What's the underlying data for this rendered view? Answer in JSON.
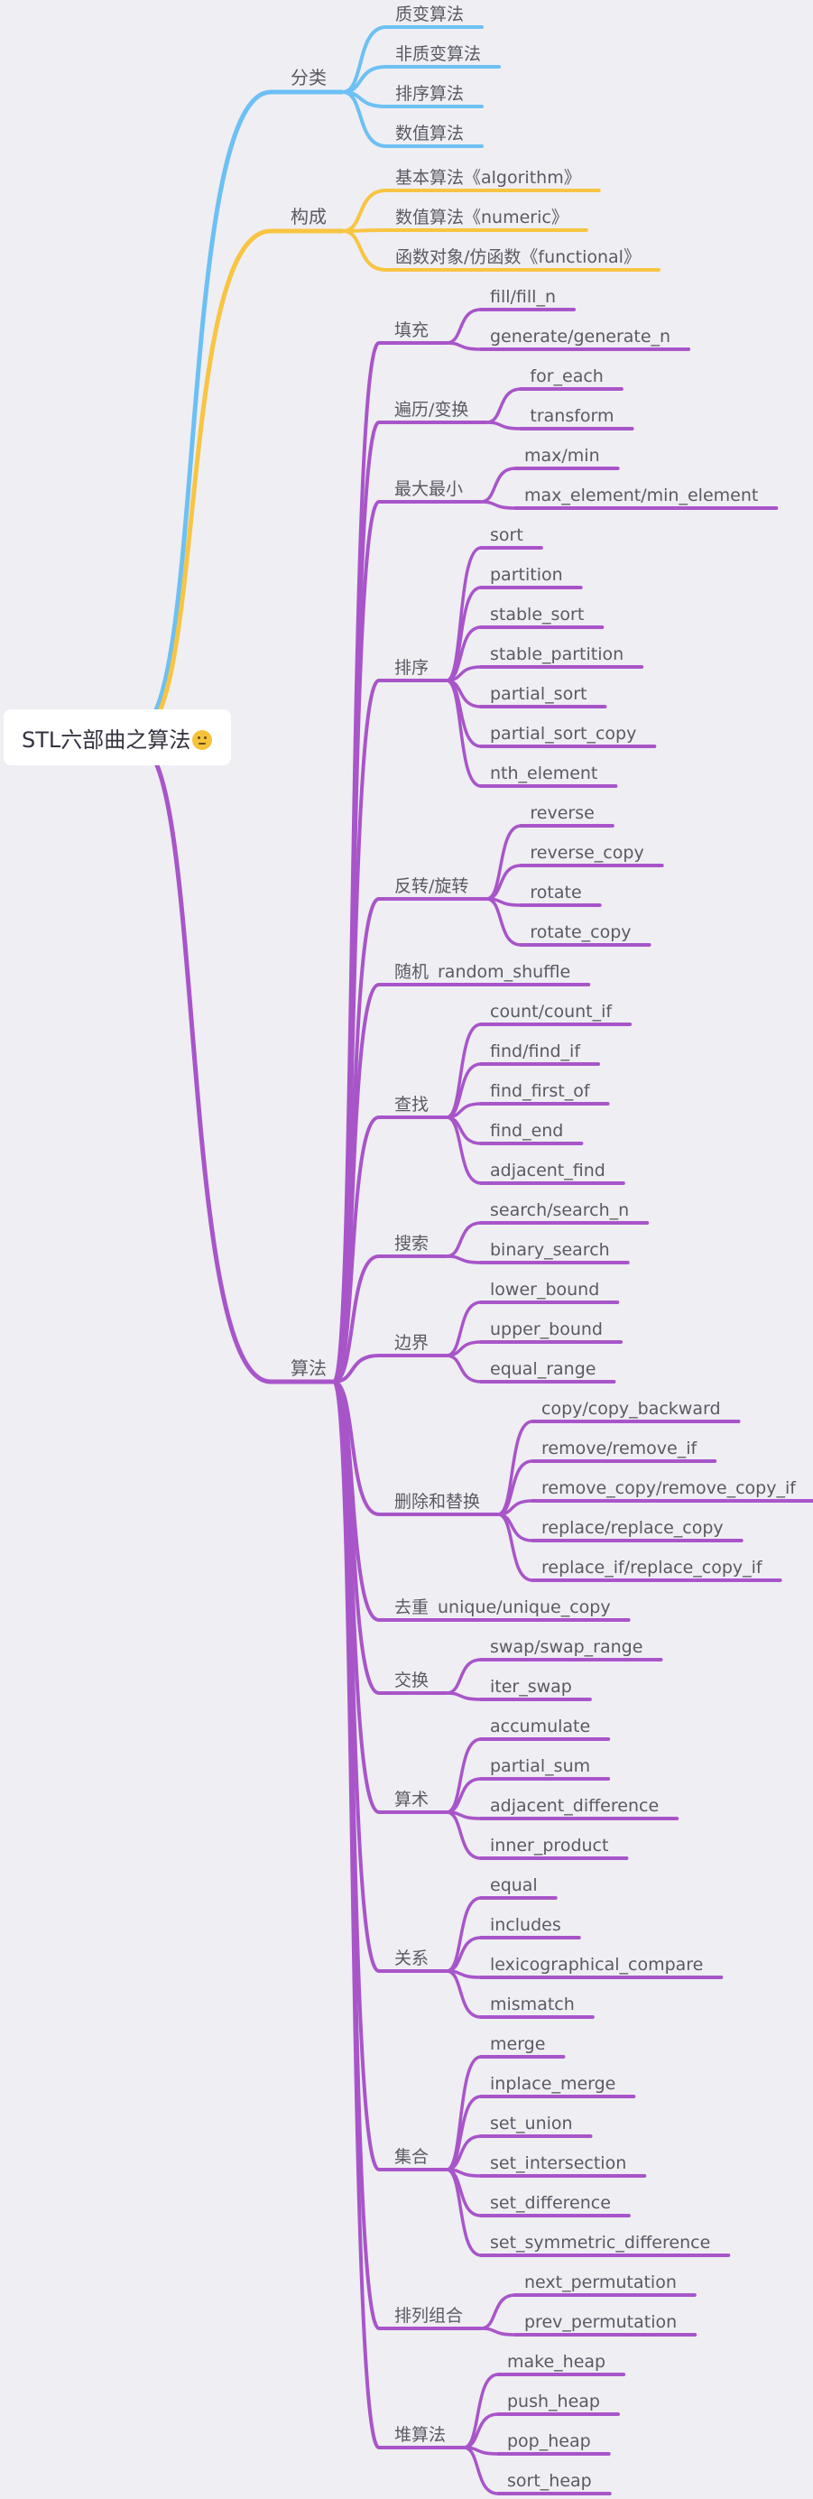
{
  "root": {
    "title": "STL六部曲之算法",
    "emoji": "thinking-face-icon"
  },
  "colors": {
    "classify": "#6cc0f4",
    "compose": "#f7c542",
    "algo": "#a855c9"
  },
  "classify": {
    "label": "分类",
    "items": [
      "质变算法",
      "非质变算法",
      "排序算法",
      "数值算法"
    ]
  },
  "compose": {
    "label": "构成",
    "items": [
      "基本算法《algorithm》",
      "数值算法《numeric》",
      "函数对象/仿函数《functional》"
    ]
  },
  "algorithm": {
    "label": "算法",
    "groups": [
      {
        "name": "填充",
        "items": [
          "fill/fill_n",
          "generate/generate_n"
        ]
      },
      {
        "name": "遍历/变换",
        "items": [
          "for_each",
          "transform"
        ]
      },
      {
        "name": "最大最小",
        "items": [
          "max/min",
          "max_element/min_element"
        ]
      },
      {
        "name": "排序",
        "items": [
          "sort",
          "partition",
          "stable_sort",
          "stable_partition",
          "partial_sort",
          "partial_sort_copy",
          "nth_element"
        ]
      },
      {
        "name": "反转/旋转",
        "items": [
          "reverse",
          "reverse_copy",
          "rotate",
          "rotate_copy"
        ]
      },
      {
        "name": "随机",
        "items": [
          "random_shuffle"
        ]
      },
      {
        "name": "查找",
        "items": [
          "count/count_if",
          "find/find_if",
          "find_first_of",
          "find_end",
          "adjacent_find"
        ]
      },
      {
        "name": "搜索",
        "items": [
          "search/search_n",
          "binary_search"
        ]
      },
      {
        "name": "边界",
        "items": [
          "lower_bound",
          "upper_bound",
          "equal_range"
        ]
      },
      {
        "name": "删除和替换",
        "items": [
          "copy/copy_backward",
          "remove/remove_if",
          "remove_copy/remove_copy_if",
          "replace/replace_copy",
          "replace_if/replace_copy_if"
        ]
      },
      {
        "name": "去重",
        "items": [
          "unique/unique_copy"
        ]
      },
      {
        "name": "交换",
        "items": [
          "swap/swap_range",
          "iter_swap"
        ]
      },
      {
        "name": "算术",
        "items": [
          "accumulate",
          "partial_sum",
          "adjacent_difference",
          "inner_product"
        ]
      },
      {
        "name": "关系",
        "items": [
          "equal",
          "includes",
          "lexicographical_compare",
          "mismatch"
        ]
      },
      {
        "name": "集合",
        "items": [
          "merge",
          "inplace_merge",
          "set_union",
          "set_intersection",
          "set_difference",
          "set_symmetric_difference"
        ]
      },
      {
        "name": "排列组合",
        "items": [
          "next_permutation",
          "prev_permutation"
        ]
      },
      {
        "name": "堆算法",
        "items": [
          "make_heap",
          "push_heap",
          "pop_heap",
          "sort_heap"
        ]
      }
    ]
  }
}
